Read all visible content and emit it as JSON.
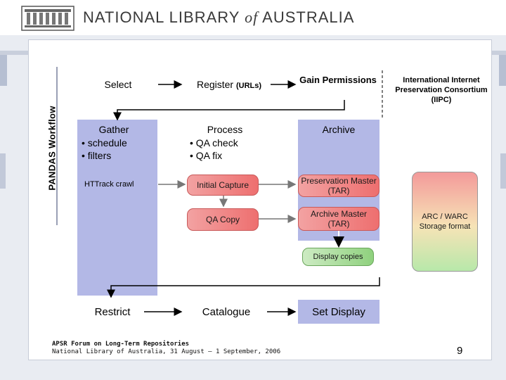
{
  "header": {
    "title_part1": "NATIONAL LIBRARY ",
    "title_of": "of",
    "title_part2": " AUSTRALIA"
  },
  "side_label": "PANDAS Workflow",
  "top_row": {
    "select": "Select",
    "register": "Register",
    "register_suffix": "(URLs)",
    "gain_permissions": "Gain Permissions",
    "iipc": "International Internet Preservation Consortium (IIPC)"
  },
  "gather": {
    "title": "Gather",
    "bullets": [
      "• schedule",
      "• filters"
    ],
    "httrack": "HTTrack crawl"
  },
  "process": {
    "title": "Process",
    "bullets": [
      "• QA check",
      "• QA fix"
    ],
    "initial_capture": "Initial Capture",
    "qa_copy": "QA Copy"
  },
  "archive": {
    "title": "Archive",
    "preservation_master": "Preservation Master (TAR)",
    "archive_master": "Archive Master (TAR)",
    "display_copies": "Display copies"
  },
  "iipc_box": {
    "format": "ARC / WARC Storage format"
  },
  "bottom_row": {
    "restrict": "Restrict",
    "catalogue": "Catalogue",
    "set_display": "Set Display"
  },
  "footer": {
    "line1": "APSR Forum on Long-Term Repositories",
    "line2": "National Library of Australia, 31 August – 1 September, 2006",
    "page_number": "9"
  },
  "colors": {
    "panel_blue": "#b3b8e6",
    "pill_red": "#ee6f6f",
    "pill_green": "#8fd17e",
    "frame": "#e9ecf2"
  }
}
